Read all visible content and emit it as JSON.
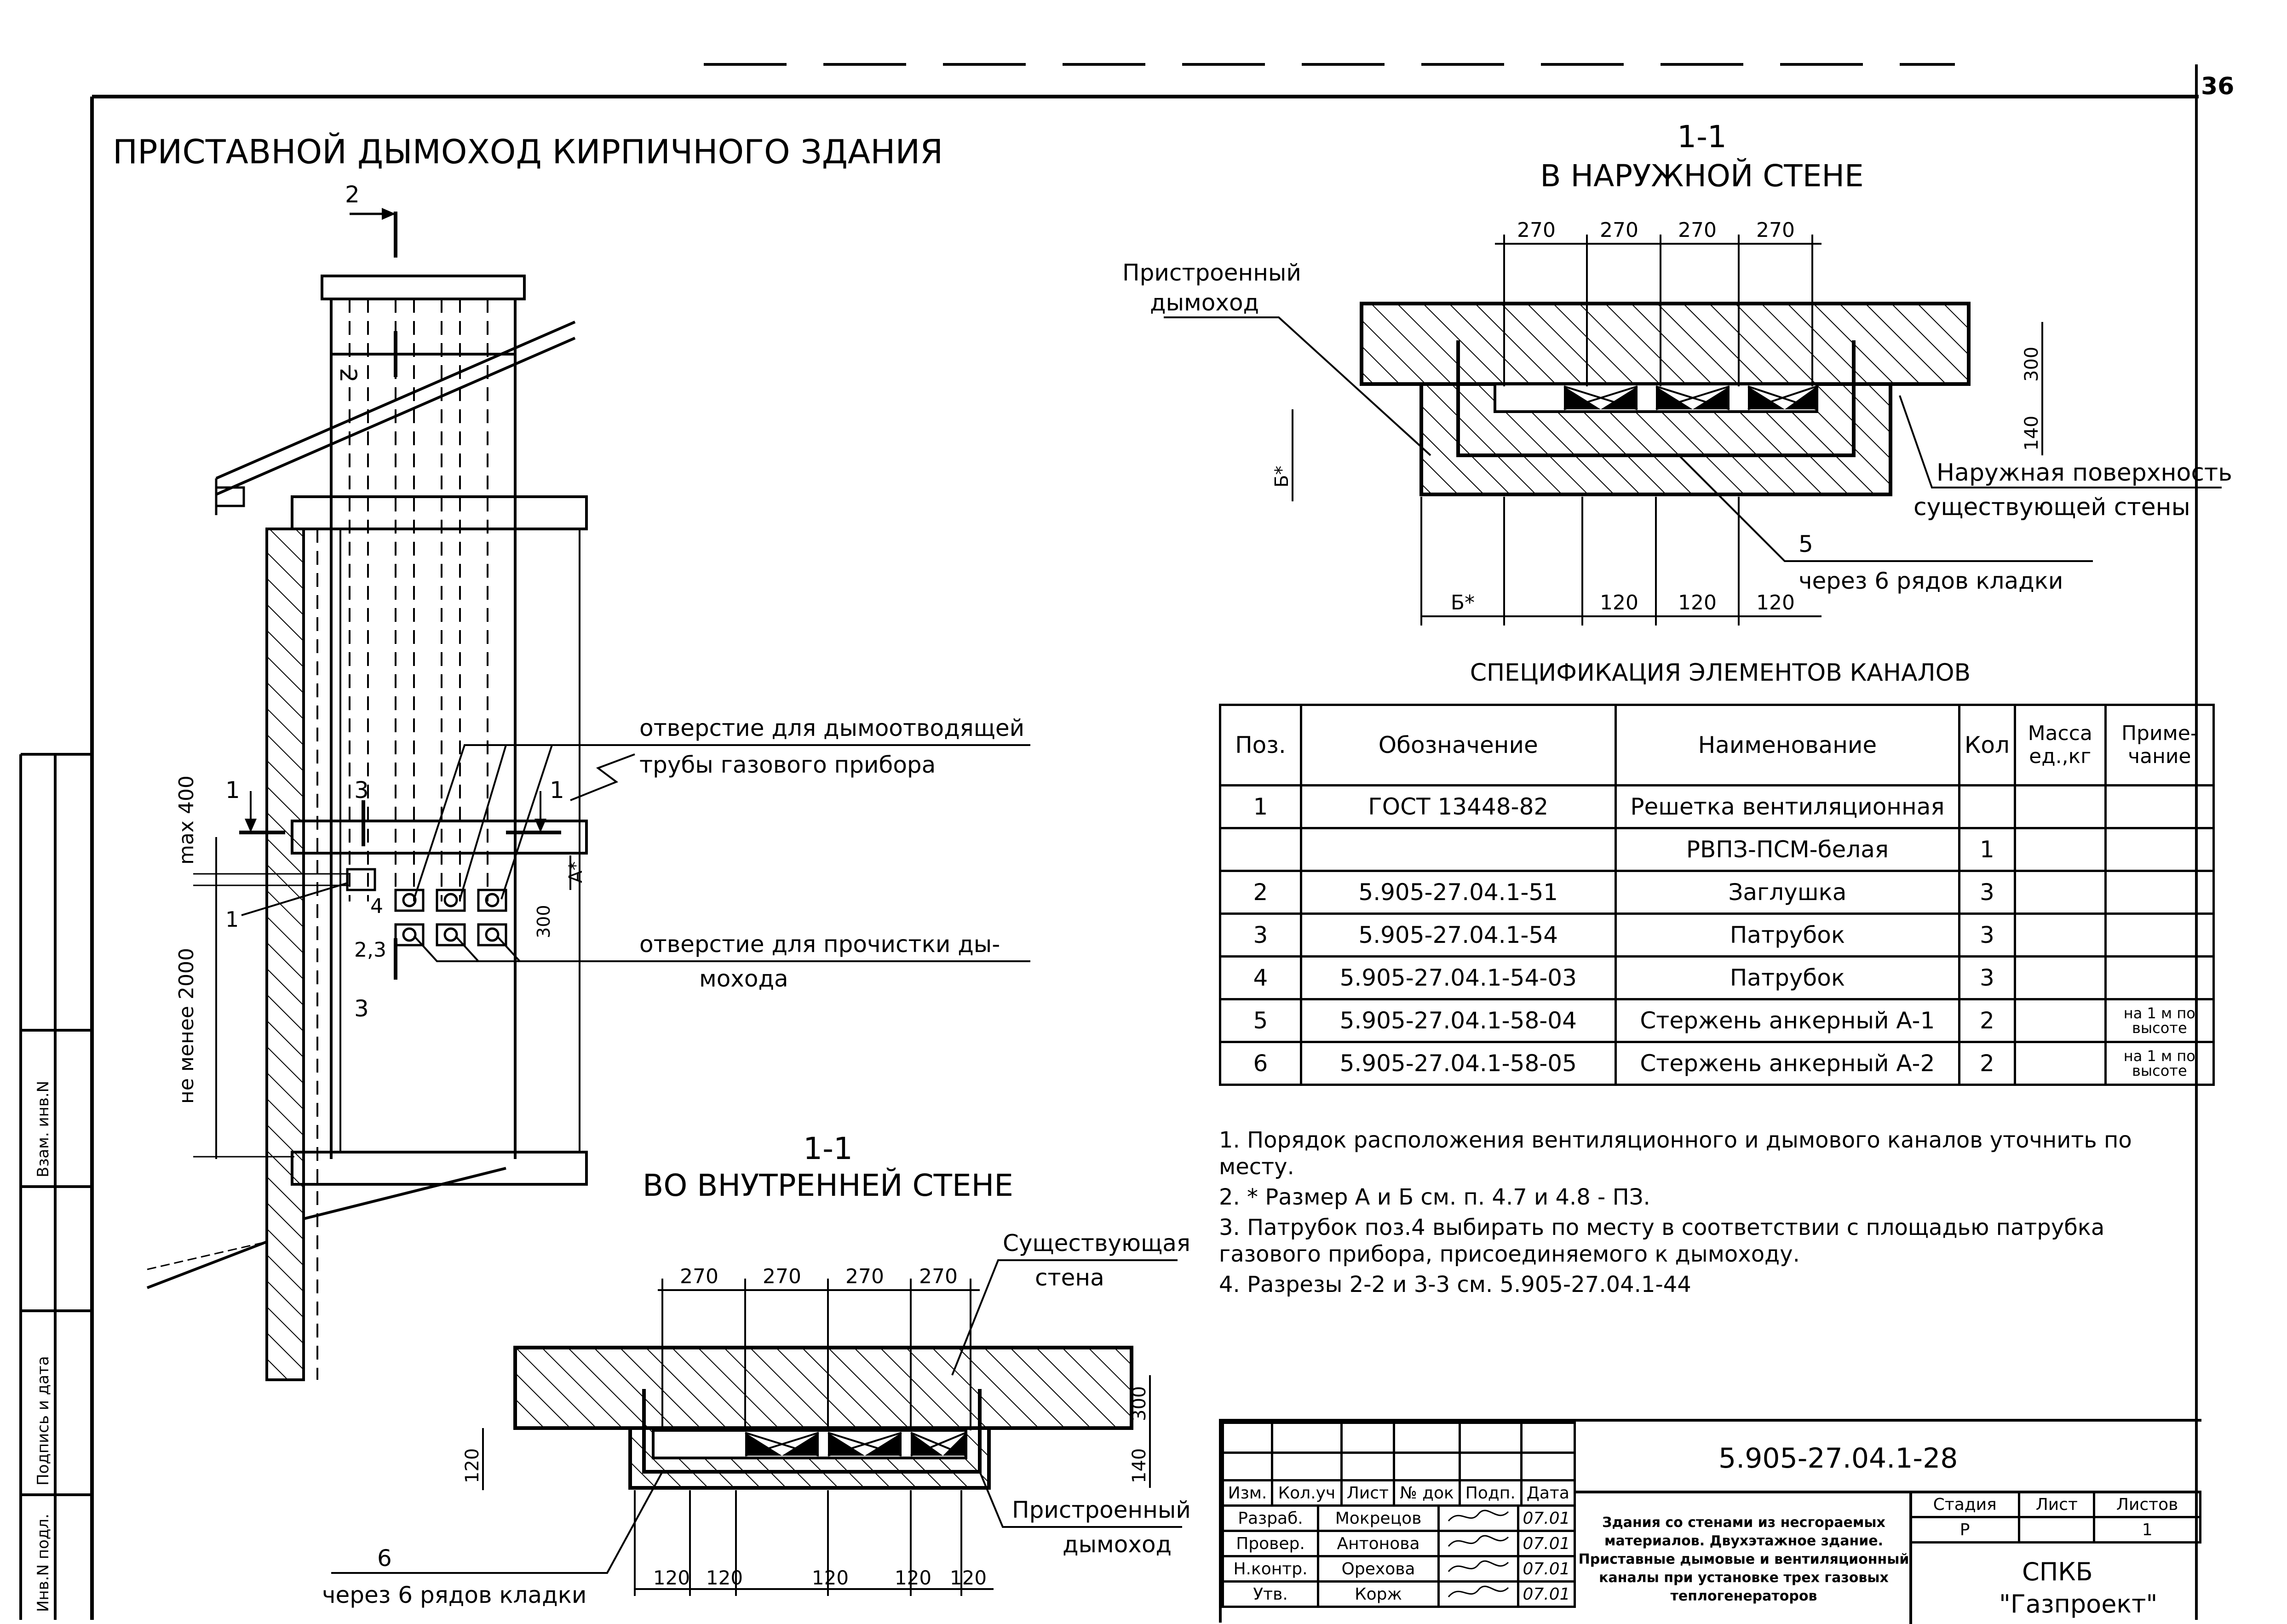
{
  "sheet_number": "36",
  "main_title": "ПРИСТАВНОЙ ДЫМОХОД КИРПИЧНОГО ЗДАНИЯ",
  "section_outer": {
    "mark": "1-1",
    "title": "В НАРУЖНОЙ СТЕНЕ",
    "dims_top": [
      "270",
      "270",
      "270",
      "270"
    ],
    "dims_bottom": [
      "Б*",
      "120",
      "120",
      "120"
    ],
    "dim_300": "300",
    "dim_140": "140",
    "dim_b": "Б*",
    "label_chimney": [
      "Пристроенный",
      "дымоход"
    ],
    "label_surface": [
      "Наружная поверхность",
      "существующей стены"
    ],
    "label_pos": "5",
    "label_rows": "через 6 рядов кладки"
  },
  "section_inner": {
    "mark": "1-1",
    "title": "ВО ВНУТРЕННЕЙ СТЕНЕ",
    "dims_top": [
      "270",
      "270",
      "270",
      "270"
    ],
    "dims_bottom": [
      "120",
      "120",
      "120",
      "120",
      "120"
    ],
    "dim_300": "300",
    "dim_140": "140",
    "dim_120": "120",
    "label_wall": [
      "Существующая",
      "стена"
    ],
    "label_chimney": [
      "Пристроенный",
      "дымоход"
    ],
    "label_pos": "6",
    "label_rows": "через 6 рядов кладки"
  },
  "elevation": {
    "cut_2": "2",
    "cut_1": "1",
    "cut_3": "3",
    "max_400": "max 400",
    "min_2000": "не менее 2000",
    "a_star": "А*",
    "dim_300": "300",
    "pos_1": "1",
    "pos_4": "4",
    "pos_23": "2,3",
    "hole_smoke": [
      "отверстие для дымоотводящей",
      "трубы газового прибора"
    ],
    "hole_clean": [
      "отверстие для прочистки ды-",
      "мохода"
    ]
  },
  "spec": {
    "title": "СПЕЦИФИКАЦИЯ ЭЛЕМЕНТОВ КАНАЛОВ",
    "headers": {
      "pos": "Поз.",
      "code": "Обозначение",
      "name": "Наименование",
      "qty": "Кол",
      "mass_1": "Масса",
      "mass_2": "ед.,кг",
      "note_1": "Приме-",
      "note_2": "чание"
    },
    "rows": [
      {
        "pos": "1",
        "code": "ГОСТ 13448-82",
        "name": "Решетка вентиляционная",
        "qty": "",
        "mass": "",
        "note": ""
      },
      {
        "pos": "",
        "code": "",
        "name": "РВПЗ-ПСМ-белая",
        "qty": "1",
        "mass": "",
        "note": ""
      },
      {
        "pos": "2",
        "code": "5.905-27.04.1-51",
        "name": "Заглушка",
        "qty": "3",
        "mass": "",
        "note": ""
      },
      {
        "pos": "3",
        "code": "5.905-27.04.1-54",
        "name": "Патрубок",
        "qty": "3",
        "mass": "",
        "note": ""
      },
      {
        "pos": "4",
        "code": "5.905-27.04.1-54-03",
        "name": "Патрубок",
        "qty": "3",
        "mass": "",
        "note": ""
      },
      {
        "pos": "5",
        "code": "5.905-27.04.1-58-04",
        "name": "Стержень анкерный А-1",
        "qty": "2",
        "mass": "",
        "note": "на 1 м по высоте"
      },
      {
        "pos": "6",
        "code": "5.905-27.04.1-58-05",
        "name": "Стержень анкерный А-2",
        "qty": "2",
        "mass": "",
        "note": "на 1 м по высоте"
      }
    ]
  },
  "notes": [
    "1. Порядок расположения вентиляционного и дымового каналов уточнить по месту.",
    "2. * Размер А и Б см. п. 4.7 и 4.8 - ПЗ.",
    "3. Патрубок поз.4 выбирать по месту в соответствии с площадью патрубка газового прибора, присоединяемого к дымоходу.",
    "4. Разрезы 2-2 и 3-3 см. 5.905-27.04.1-44"
  ],
  "side_stamp": [
    "Взам. инв.N",
    "Подпись и дата",
    "Инв.N подл."
  ],
  "title_block": {
    "doc_code": "5.905-27.04.1-28",
    "head": [
      "Изм.",
      "Кол.уч",
      "Лист",
      "№ док",
      "Подп.",
      "Дата"
    ],
    "people": [
      {
        "role": "Разраб.",
        "name": "Мокрецов",
        "date": "07.01"
      },
      {
        "role": "Провер.",
        "name": "Антонова",
        "date": "07.01"
      },
      {
        "role": "Н.контр.",
        "name": "Орехова",
        "date": "07.01"
      },
      {
        "role": "Утв.",
        "name": "Корж",
        "date": "07.01"
      }
    ],
    "description": "Здания со стенами из несгораемых материалов. Двухэтажное здание. Приставные дымовые и вентиляционный каналы при установке трех газовых теплогенераторов",
    "stage_label": "Стадия",
    "sheet_label": "Лист",
    "sheets_label": "Листов",
    "stage": "Р",
    "sheet": "",
    "sheets": "1",
    "org_1": "СПКБ",
    "org_2": "\"Газпроект\""
  }
}
